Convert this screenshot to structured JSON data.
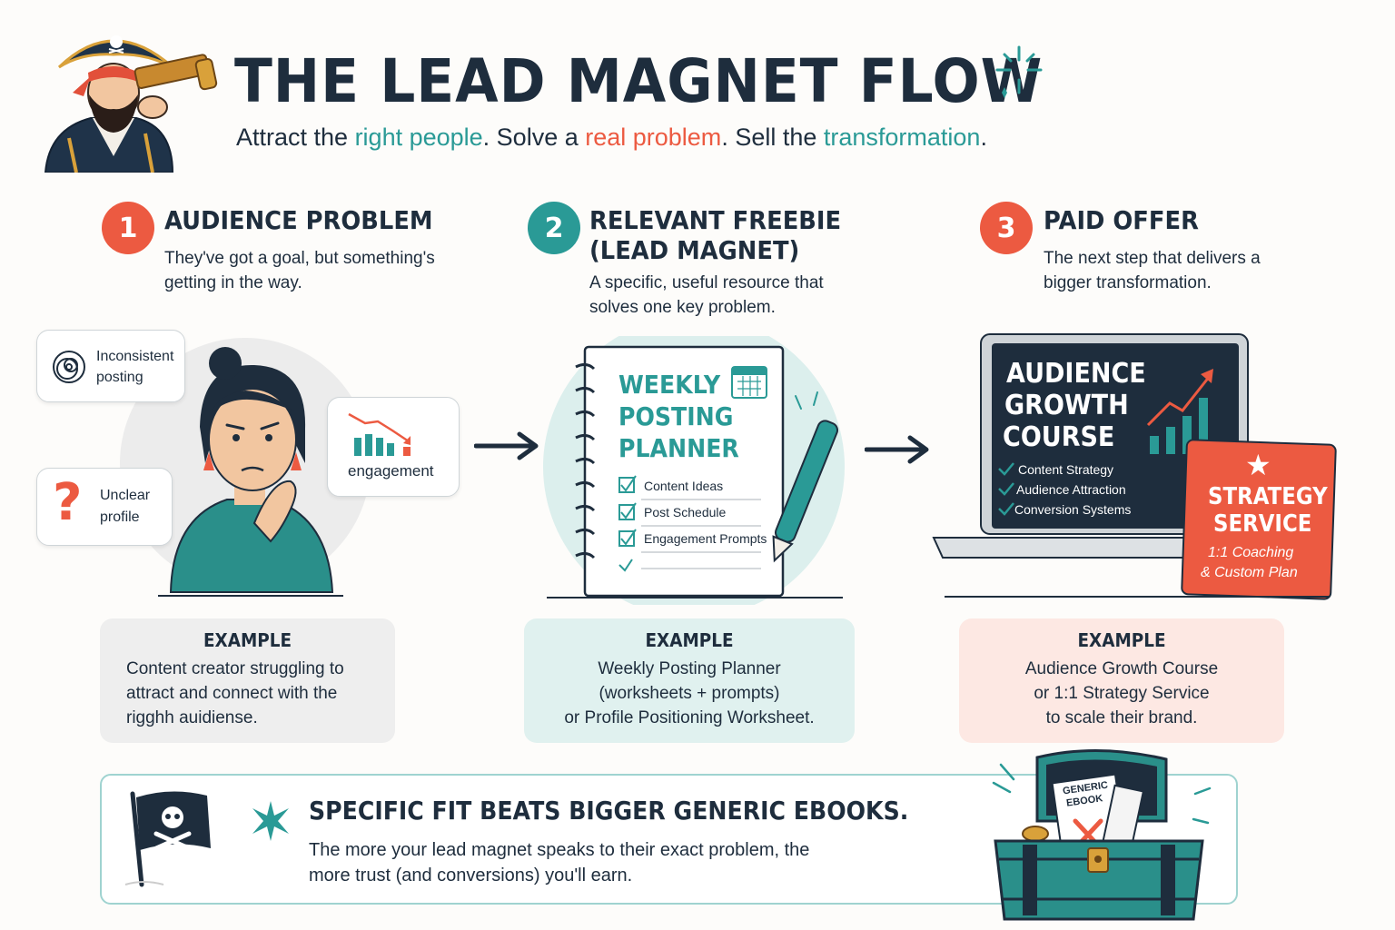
{
  "header": {
    "title": "THE LEAD MAGNET FLOW",
    "tagline": {
      "part1": "Attract the ",
      "highlight1": "right people",
      "part2": ". Solve a ",
      "highlight2": "real problem",
      "part3": ". Sell the ",
      "highlight3": "transformation",
      "part4": "."
    }
  },
  "steps": [
    {
      "number": "1",
      "title_line1": "AUDIENCE PROBLEM",
      "title_line2": "",
      "description": "They've got a goal, but something's getting in the way.",
      "example_heading": "EXAMPLE",
      "example_text": "Content creator struggling to\nattract and connect with the\nrigghh auidiense."
    },
    {
      "number": "2",
      "title_line1": "RELEVANT FREEBIE",
      "title_line2": "(LEAD MAGNET)",
      "description": "A specific, useful resource that solves one key problem.",
      "example_heading": "EXAMPLE",
      "example_text": "Weekly Posting Planner\n(worksheets + prompts)\nor Profile Positioning Worksheet."
    },
    {
      "number": "3",
      "title_line1": "PAID OFFER",
      "title_line2": "",
      "description": "The next step that delivers a bigger transformation.",
      "example_heading": "EXAMPLE",
      "example_text": "Audience Growth Course\nor 1:1 Strategy Service\nto scale their brand."
    }
  ],
  "bubbles": {
    "b1": "Inconsistent posting",
    "b2": "engagement",
    "b3": "Unclear profile"
  },
  "planner": {
    "title_l1": "WEEKLY",
    "title_l2": "POSTING",
    "title_l3": "PLANNER",
    "items": [
      "Content Ideas",
      "Post Schedule",
      "Engagement Prompts"
    ]
  },
  "course": {
    "title_l1": "AUDIENCE",
    "title_l2": "GROWTH",
    "title_l3": "COURSE",
    "items": [
      "Content Strategy",
      "Audience Attraction",
      "Conversion Systems"
    ]
  },
  "service": {
    "title_l1": "STRATEGY",
    "title_l2": "SERVICE",
    "sub_l1": "1:1 Coaching",
    "sub_l2": "& Custom Plan"
  },
  "banner": {
    "heading": "SPECIFIC FIT BEATS BIGGER GENERIC EBOOKS.",
    "text": "The more your lead magnet speaks to their exact problem, the more trust (and conversions) you'll earn."
  },
  "chest_doc": {
    "l1": "GENERIC",
    "l2": "EBOOK"
  },
  "colors": {
    "navy": "#1e2d3d",
    "teal": "#2a9a96",
    "coral": "#ec5a41"
  }
}
